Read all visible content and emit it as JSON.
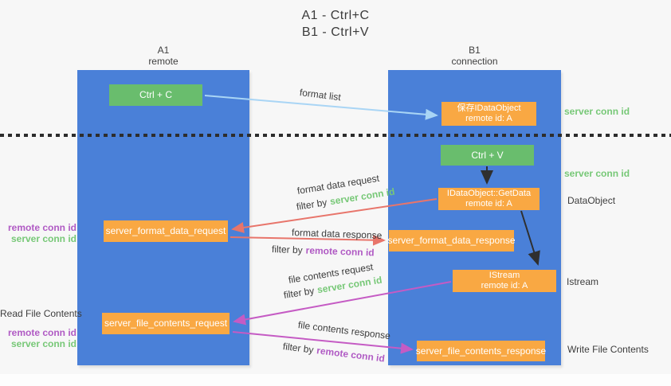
{
  "title": {
    "line1": "A1 - Ctrl+C",
    "line2": "B1 - Ctrl+V"
  },
  "lifelines": {
    "a1": {
      "name": "A1",
      "role": "remote"
    },
    "b1": {
      "name": "B1",
      "role": "connection"
    }
  },
  "nodes": {
    "ctrl_c": {
      "label": "Ctrl + C"
    },
    "save_idataobject": {
      "line1": "保存IDataObject",
      "line2": "remote id: A"
    },
    "ctrl_v": {
      "label": "Ctrl + V"
    },
    "idataobject_getdata": {
      "line1": "IDataObject::GetData",
      "line2": "remote id: A"
    },
    "server_format_data_request": {
      "label": "server_format_data_request"
    },
    "server_format_data_response": {
      "label": "server_format_data_response"
    },
    "istream": {
      "line1": "IStream",
      "line2": "remote id: A"
    },
    "server_file_contents_request": {
      "label": "server_file_contents_request"
    },
    "server_file_contents_response": {
      "label": "server_file_contents_response"
    }
  },
  "arrow_labels": {
    "format_list": "format list",
    "format_data_request": "format data request",
    "format_data_request_filter": {
      "prefix": "filter by",
      "key": "server conn id"
    },
    "format_data_response": "format data response",
    "format_data_response_filter": {
      "prefix": "filter by",
      "key": "remote conn id"
    },
    "file_contents_request": "file contents request",
    "file_contents_request_filter": {
      "prefix": "filter by",
      "key": "server conn id"
    },
    "file_contents_response": "file contents response",
    "file_contents_response_filter": {
      "prefix": "filter by",
      "key": "remote conn id"
    }
  },
  "side_labels": {
    "server_conn_id_top": "server conn id",
    "server_conn_id_mid": "server conn id",
    "dataobject": "DataObject",
    "istream": "Istream",
    "read_file_contents": "Read File Contents",
    "write_file_contents": "Write File Contents",
    "format_remote_conn_id": "remote conn id",
    "format_server_conn_id": "server conn id",
    "file_remote_conn_id": "remote conn id",
    "file_server_conn_id": "server conn id"
  },
  "colors": {
    "background": "#f7f7f7",
    "lifeline_blue": "#4a80d8",
    "node_green": "#69bd6d",
    "node_orange": "#f9a843",
    "conn_id_green": "#77c877",
    "conn_id_purple": "#b05ac4",
    "arrow_lightblue": "#a9d5f5",
    "arrow_red": "#e8756b",
    "arrow_magenta": "#c55bc4",
    "arrow_black": "#333333"
  }
}
